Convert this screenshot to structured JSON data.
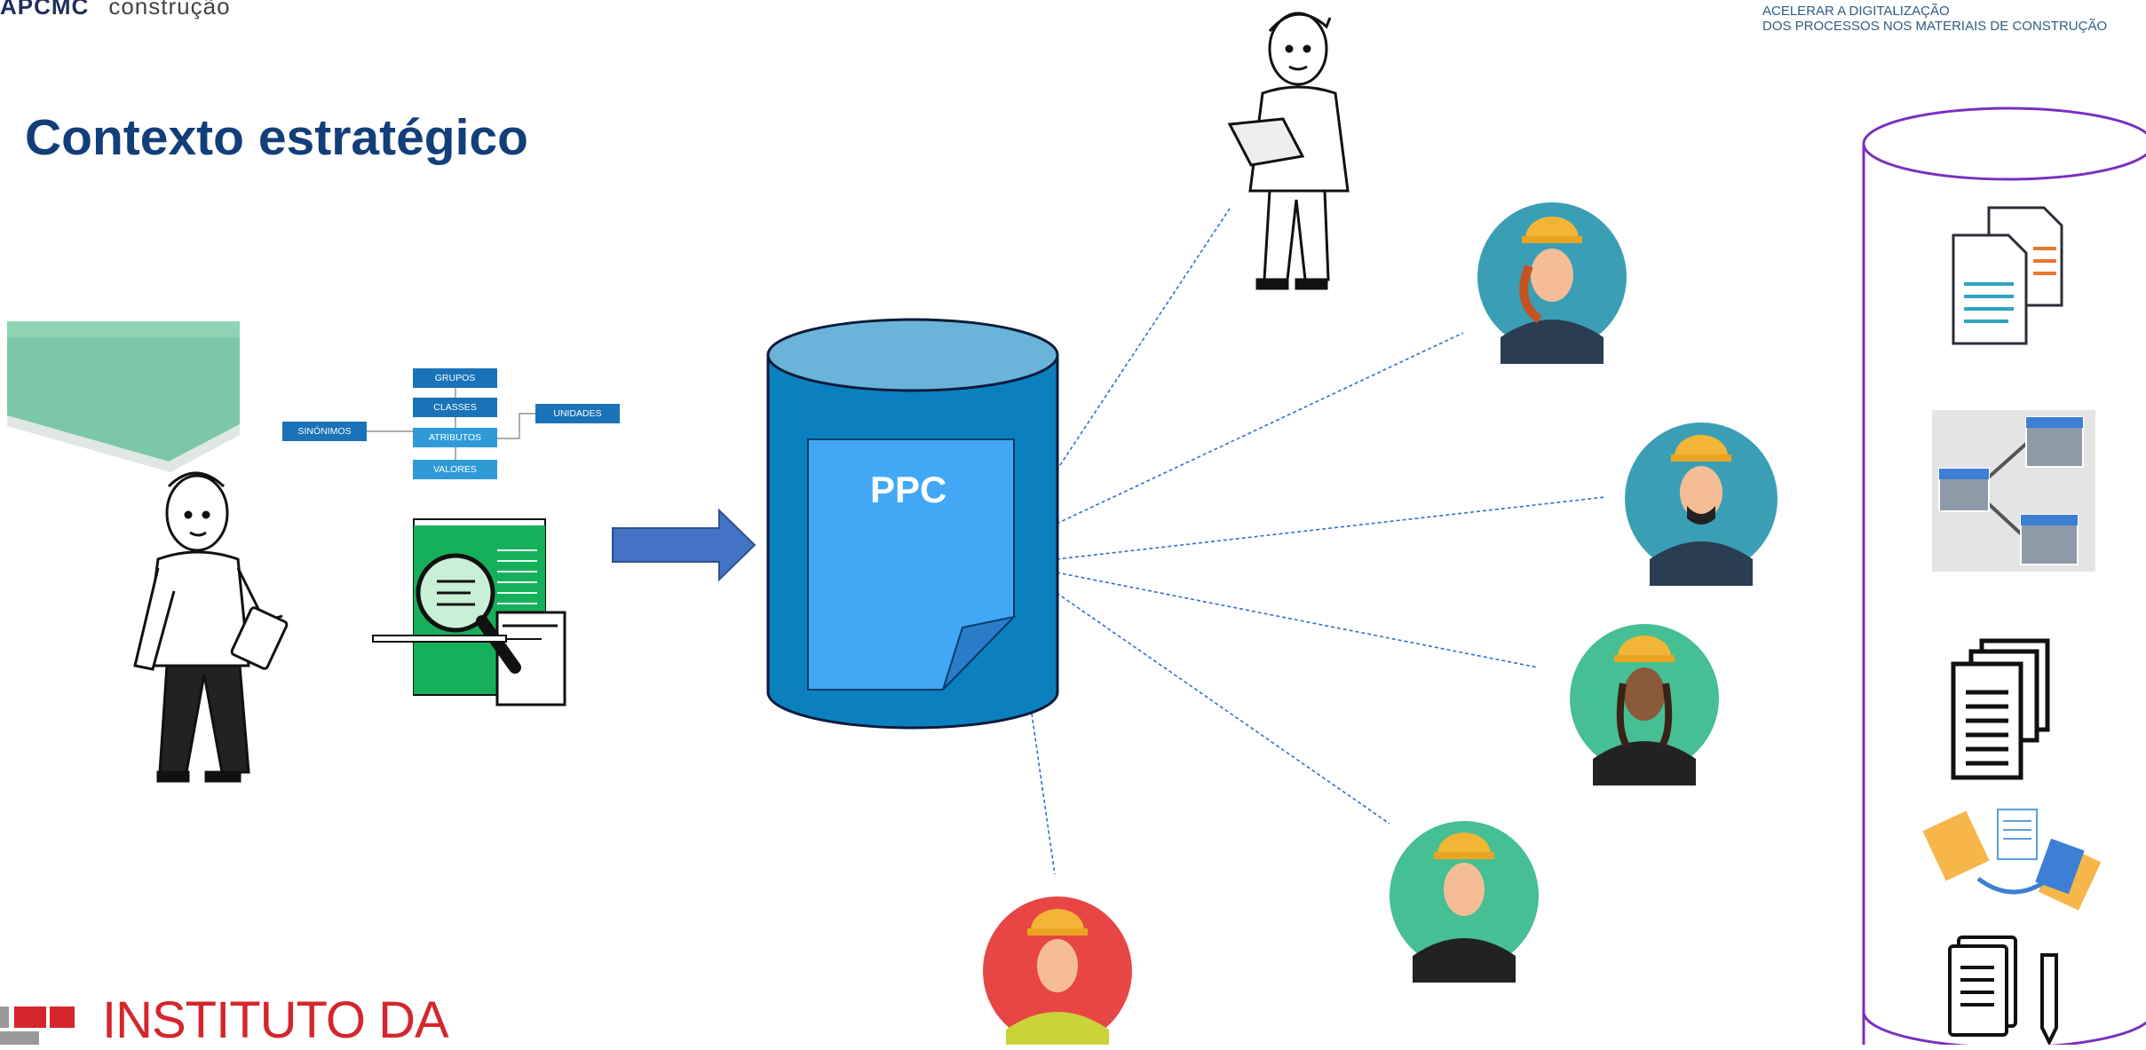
{
  "header": {
    "org_logo": "APCMC",
    "org_logo_sub": "construção",
    "tagline_line1": "ACELERAR A DIGITALIZAÇÃO",
    "tagline_line2": "DOS PROCESSOS NOS MATERIAIS DE CONSTRUÇÃO"
  },
  "title": "Contexto estratégico",
  "taxonomy": {
    "groups": "GRUPOS",
    "classes": "CLASSES",
    "attributes": "ATRIBUTOS",
    "values": "VALORES",
    "synonyms": "SINÓNIMOS",
    "units": "UNIDADES"
  },
  "database_label": "PPC",
  "footer_logo": "INSTITUTO DA",
  "colors": {
    "title": "#123f7a",
    "cylinder": "#0a80bf",
    "cylinder_top": "#6ab4da",
    "document": "#42a8f5",
    "arrow": "#4472c4",
    "connector": "#2f6fd1",
    "repository_outline": "#7b2fbf",
    "footer_red": "#d4262c"
  }
}
